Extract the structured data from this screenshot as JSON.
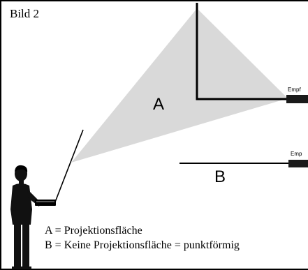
{
  "figure": {
    "title": "Bild 2",
    "label_a": "A",
    "label_b": "B",
    "receiver_top_label": "Empf",
    "receiver_bottom_label": "Emp",
    "legend": [
      "A = Projektionsfläche",
      "B = Keine Projektionsfläche = punktförmig"
    ],
    "colors": {
      "projection_area": "#d9d9d9",
      "lines": "#000000",
      "receiver": "#1a1a1a"
    }
  }
}
